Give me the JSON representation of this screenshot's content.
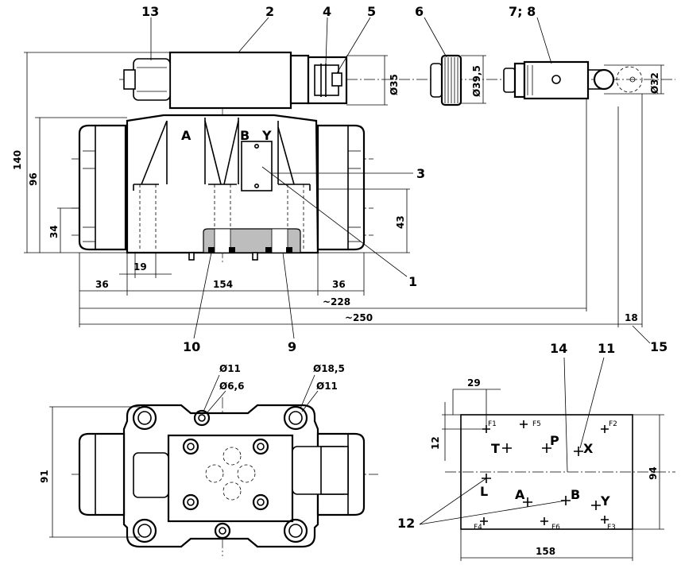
{
  "callouts": {
    "c1": "1",
    "c2": "2",
    "c3": "3",
    "c4": "4",
    "c5": "5",
    "c6": "6",
    "c7_8": "7; 8",
    "c9": "9",
    "c10": "10",
    "c11": "11",
    "c12": "12",
    "c13": "13",
    "c14": "14",
    "c15": "15"
  },
  "dimensions": {
    "d140": "140",
    "d96": "96",
    "d34": "34",
    "d43": "43",
    "d19": "19",
    "d36_left": "36",
    "d154": "154",
    "d36_right": "36",
    "d228": "~228",
    "d250": "~250",
    "d18": "18",
    "dia35": "Ø35",
    "dia39_5": "Ø39,5",
    "dia32": "Ø32",
    "dia11_a": "Ø11",
    "dia6_6": "Ø6,6",
    "dia18_5": "Ø18,5",
    "dia11_b": "Ø11",
    "d91": "91",
    "d29": "29",
    "d12": "12",
    "d94": "94",
    "d158": "158"
  },
  "ports_side_view": {
    "a": "A",
    "b": "B",
    "y": "Y"
  },
  "ports_interface": {
    "t": "T",
    "p": "P",
    "x": "X",
    "l": "L",
    "a": "A",
    "b": "B",
    "y": "Y",
    "f1": "F1",
    "f2": "F2",
    "f3": "F3",
    "f4": "F4",
    "f5": "F5",
    "f6": "F6"
  }
}
